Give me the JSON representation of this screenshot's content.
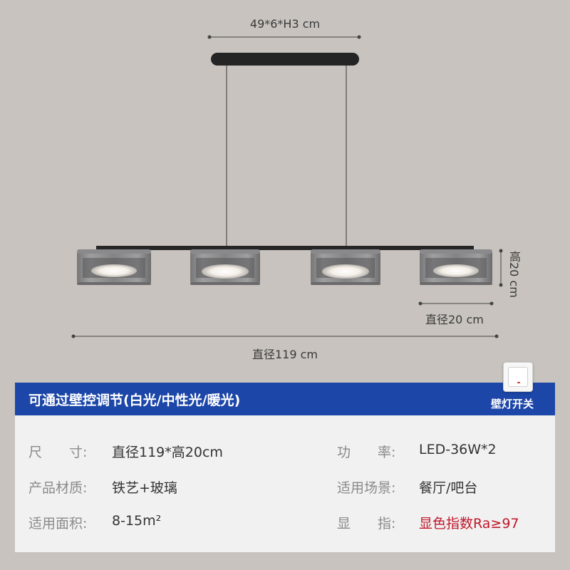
{
  "dimensions": {
    "canopy": "49*6*H3 cm",
    "overall_length": "直径119 cm",
    "shade_diameter": "直径20 cm",
    "height": "高20 cm"
  },
  "banner": {
    "title": "可通过壁控调节(白光/中性光/暖光)"
  },
  "switch": {
    "label": "壁灯开关"
  },
  "specs": {
    "rows": [
      {
        "left_label": "尺　　寸:",
        "left_value": "直径119*高20cm",
        "right_label": "功　　率:",
        "right_value": "LED-36W*2"
      },
      {
        "left_label": "产品材质:",
        "left_value": "铁艺+玻璃",
        "right_label": "适用场景:",
        "right_value": "餐厅/吧台"
      },
      {
        "left_label": "适用面积:",
        "left_value": "8-15m²",
        "right_label": "显　　指:",
        "right_value": "显色指数Ra≥97"
      }
    ]
  },
  "colors": {
    "background": "#c8c3be",
    "banner": "#1c46a8",
    "panel": "#f1f1f1",
    "highlight": "#c0162a"
  }
}
